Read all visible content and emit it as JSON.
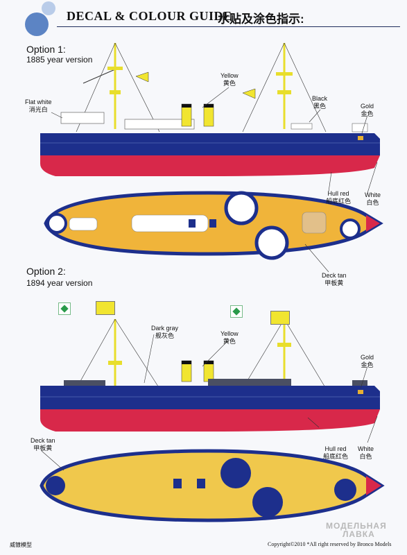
{
  "header": {
    "title": "DECAL & COLOUR GUIDE",
    "title_cn": "水贴及涂色指示:"
  },
  "option1": {
    "title": "Option 1:",
    "subtitle": "1885 year version",
    "labels": {
      "flat_white": "Flat white",
      "flat_white_cn": "消光白",
      "yellow": "Yellow",
      "yellow_cn": "黄色",
      "black": "Black",
      "black_cn": "黑色",
      "gold": "Gold",
      "gold_cn": "金色",
      "hull_red": "Hull red",
      "hull_red_cn": "船底红色",
      "white": "White",
      "white_cn": "白色",
      "deck_tan": "Deck tan",
      "deck_tan_cn": "甲板黄"
    }
  },
  "option2": {
    "title": "Option 2:",
    "subtitle": "1894 year version",
    "labels": {
      "dark_gray": "Dark gray",
      "dark_gray_cn": "舰灰色",
      "yellow": "Yellow",
      "yellow_cn": "黄色",
      "gold": "Gold",
      "gold_cn": "金色",
      "deck_tan": "Deck tan",
      "deck_tan_cn": "甲板黄",
      "hull_red": "Hull red",
      "hull_red_cn": "船底红色",
      "white": "White",
      "white_cn": "白色"
    }
  },
  "footer": {
    "left": "威镀模型",
    "right": "Copyright©2010  *All right reserved by Bronco Models"
  },
  "watermark": {
    "line1": "МОДЕЛЬНАЯ",
    "line2": "ЛАВКА"
  },
  "colors": {
    "hull_blue": "#1d2f8c",
    "hull_red": "#d8284a",
    "deck_tan": "#f0b43a",
    "yellow": "#f1e530",
    "white": "#ffffff",
    "black": "#111111",
    "accent_blue": "#5c84c4"
  }
}
